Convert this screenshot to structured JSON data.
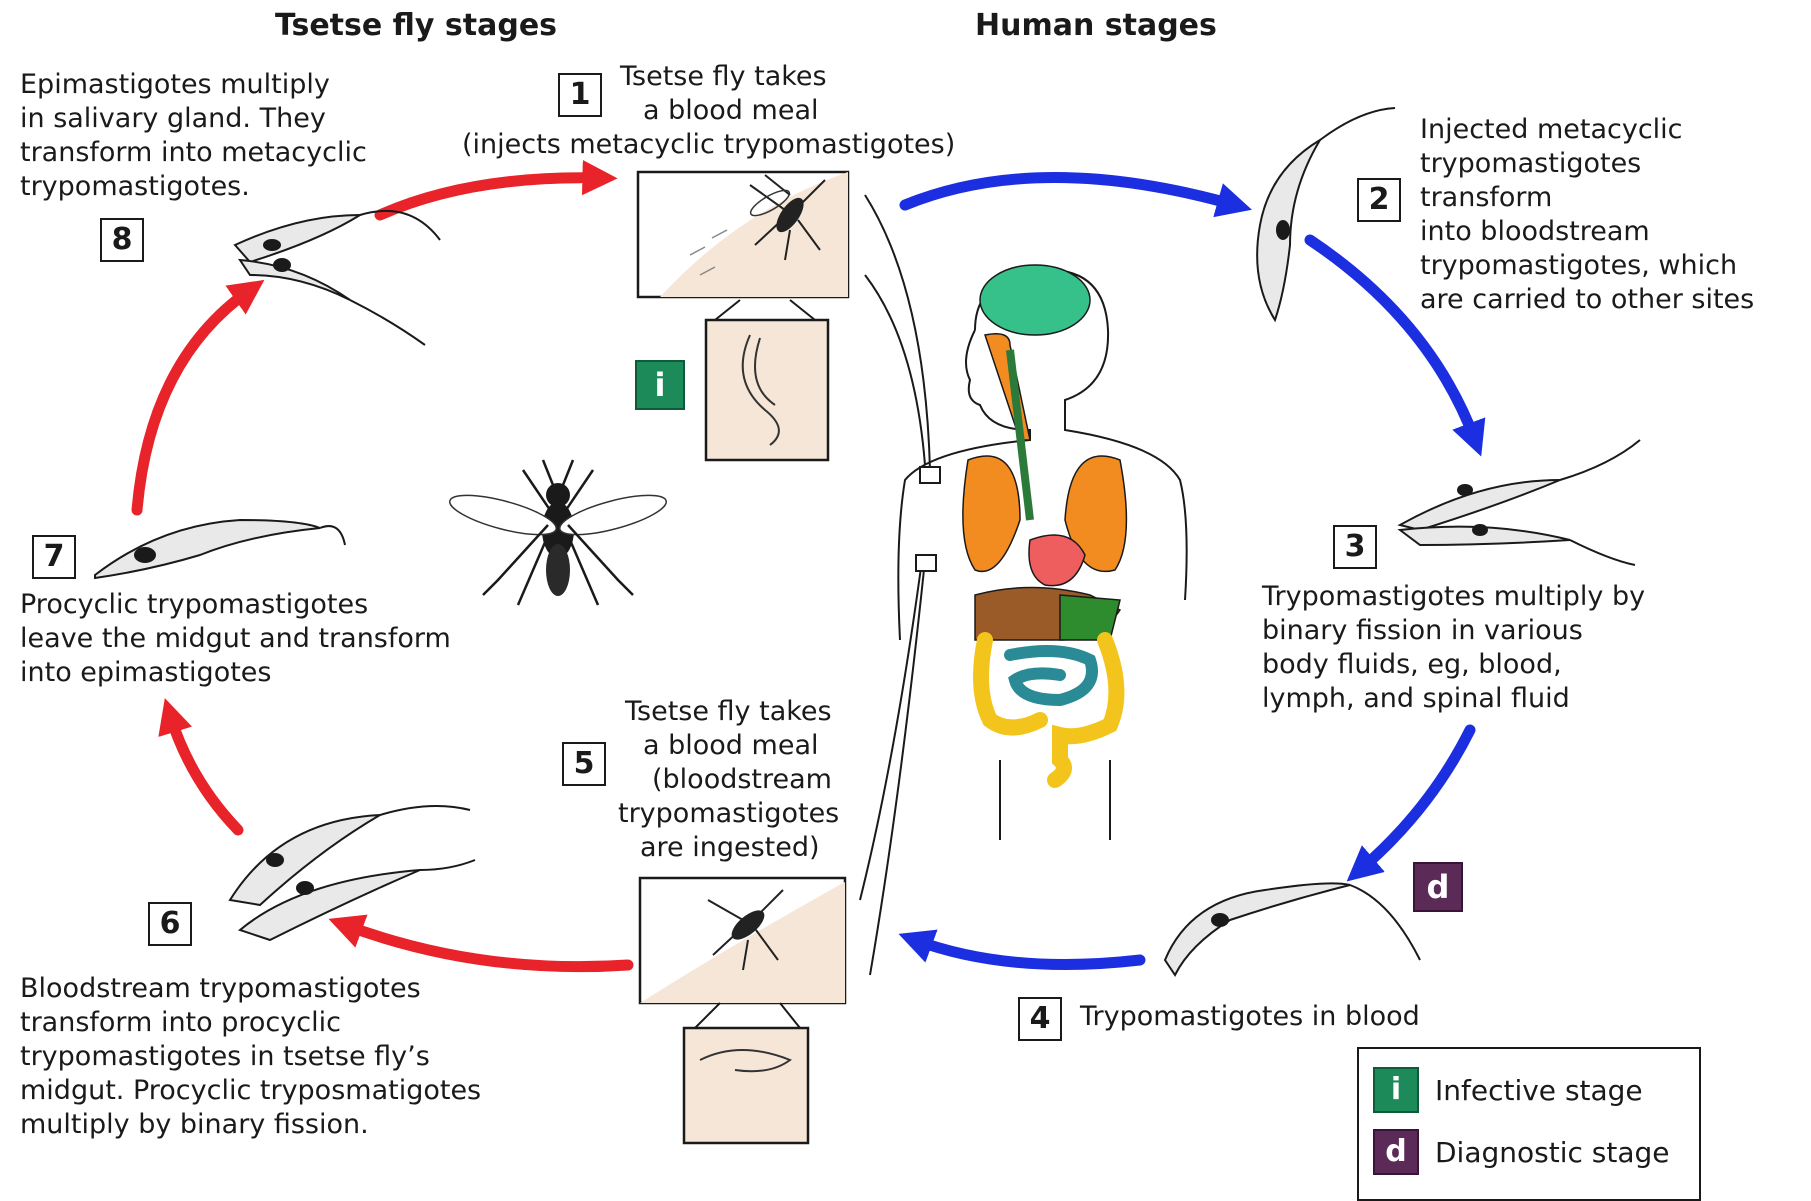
{
  "headers": {
    "tsetse": "Tsetse fly stages",
    "human": "Human stages"
  },
  "steps": {
    "s1": {
      "num": "1",
      "lines": [
        "Tsetse fly takes",
        "a blood meal",
        "(injects metacyclic trypomastigotes)"
      ]
    },
    "s2": {
      "num": "2",
      "lines": [
        "Injected metacyclic",
        "trypomastigotes",
        "transform",
        "into bloodstream",
        "trypomastigotes, which",
        "are carried to other sites"
      ]
    },
    "s3": {
      "num": "3",
      "lines": [
        "Trypomastigotes multiply by",
        "binary fission in various",
        "body fluids, eg, blood,",
        "lymph, and spinal fluid"
      ]
    },
    "s4": {
      "num": "4",
      "lines": [
        "Trypomastigotes in blood"
      ]
    },
    "s5": {
      "num": "5",
      "lines": [
        "Tsetse fly takes",
        "a blood meal",
        "(bloodstream",
        "trypomastigotes",
        "are ingested)"
      ]
    },
    "s6": {
      "num": "6",
      "lines": [
        "Bloodstream trypomastigotes",
        "transform into procyclic",
        "trypomastigotes in tsetse fly’s",
        "midgut. Procyclic tryposmatigotes",
        "multiply by binary fission."
      ]
    },
    "s7": {
      "num": "7",
      "lines": [
        "Procyclic trypomastigotes",
        "leave the midgut and transform",
        "into epimastigotes"
      ]
    },
    "s8": {
      "num": "8",
      "lines": [
        "Epimastigotes multiply",
        "in salivary gland. They",
        "transform into metacyclic",
        "trypomastigotes."
      ]
    }
  },
  "markers": {
    "infective": "i",
    "diagnostic": "d"
  },
  "legend": {
    "infective_letter": "i",
    "infective_label": "Infective stage",
    "diagnostic_letter": "d",
    "diagnostic_label": "Diagnostic stage"
  },
  "colors": {
    "tsetse_arrow": "#e8232a",
    "human_arrow": "#1c2fe0",
    "infective": "#1d8a5a",
    "diagnostic": "#5b2a56",
    "skin": "#f6e6d8"
  }
}
